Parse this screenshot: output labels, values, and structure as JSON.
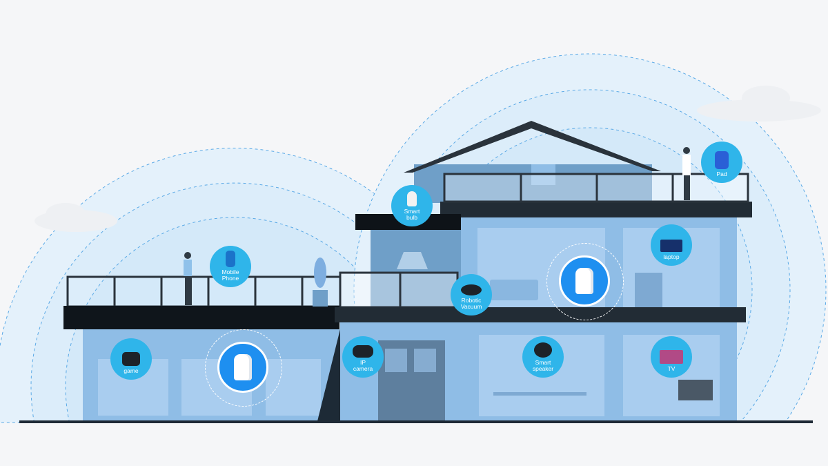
{
  "devices": {
    "game": "game",
    "mobile_phone": "Mobile Phone",
    "smart_bulb": "Smart bulb",
    "robotic_vacuum": "Robotic Vacuum",
    "ip_camera": "IP camera",
    "smart_speaker": "Smart speaker",
    "laptop": "laptop",
    "pad": "Pad",
    "tv": "TV"
  },
  "colors": {
    "bubble": "#2fb5ea",
    "router": "#1e8ff0",
    "house_light": "#8fbde6",
    "house_mid": "#6f9fc8",
    "slab": "#222c35"
  }
}
